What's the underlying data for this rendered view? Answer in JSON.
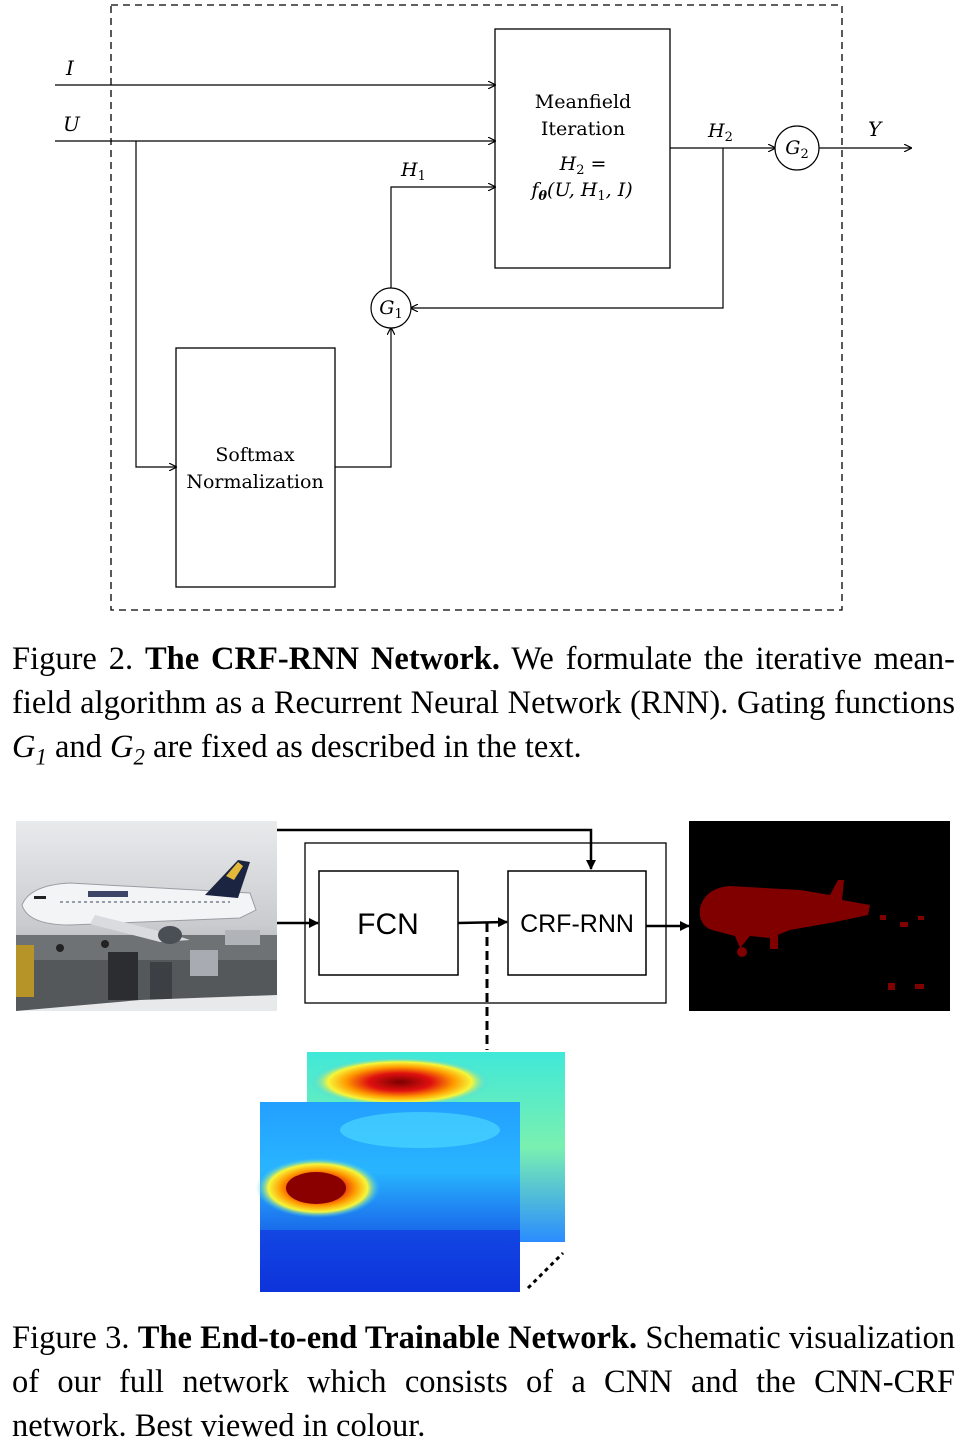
{
  "figure2": {
    "inputs": {
      "i": "I",
      "u": "U"
    },
    "meanfield": {
      "line1": "Meanfield",
      "line2": "Iteration",
      "eq_lhs_var": "H",
      "eq_lhs_sub": "2",
      "eq_sign": "=",
      "eq_rhs": "f",
      "eq_rhs_sub": "θ",
      "eq_args": "(U, H",
      "eq_args_sub": "1",
      "eq_args_end": ", I)"
    },
    "softmax": {
      "line1": "Softmax",
      "line2": "Normalization"
    },
    "h1": {
      "var": "H",
      "sub": "1"
    },
    "h2": {
      "var": "H",
      "sub": "2"
    },
    "g1": {
      "var": "G",
      "sub": "1"
    },
    "g2": {
      "var": "G",
      "sub": "2"
    },
    "output": "Y",
    "caption": {
      "label": "Figure 2.",
      "title": "The CRF-RNN Network.",
      "text1": "We formulate the iterative mean-field algorithm as a Recurrent Neural Network (RNN). Gating functions",
      "g1": "G",
      "g1_sub": "1",
      "and": "and",
      "g2": "G",
      "g2_sub": "2",
      "text2": "are fixed as described in the text."
    }
  },
  "figure3": {
    "fcn_label": "FCN",
    "crfrnn_label": "CRF-RNN",
    "caption": {
      "label": "Figure 3.",
      "title": "The End-to-end Trainable Network.",
      "text": "Schematic visualization of our full network which consists of a CNN and the CNN-CRF network. Best viewed in colour."
    }
  }
}
